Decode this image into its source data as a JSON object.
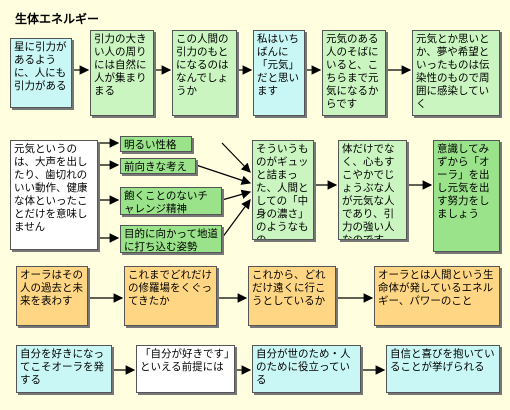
{
  "title": "生体エネルギー",
  "row1": [
    "星に引力があるように、人にも引力がある",
    "引力の大きい人の周りには自然に人が集まりまる",
    "この人間の引力のもとになるのはなんでしょうか",
    "私はいちばんに「元気」だと思います",
    "元気のある人のそばにいると、こちらまで元気になるからです",
    "元気とか思いとか、夢や希望といったものは伝染性のもので周囲に感染していく"
  ],
  "row2": {
    "left": "元気というのは、大声を出したり、歯切れのいい動作、健康な体といったことだけを意味しません",
    "qualities": [
      "明るい性格",
      "前向きな考え",
      "飽くことのないチャレンジ精神",
      "目的に向かって地道に打ち込む姿勢"
    ],
    "mid1": "そういうものがギュッと詰まった、人間としての「中身の濃さ」のようなもの",
    "mid2": "体だけでなく、心もすこやかでじょうぶな人が元気な人であり、引力の強い人なのです",
    "right": "意識してみずから「オーラ」を出し元気を出す努力をしましょう"
  },
  "row3": [
    "オーラはその人の過去と未来を表わす",
    "これまでどれだけの修羅場をくぐってきたか",
    "これから、どれだけ遠くに行こうとしているか",
    "オーラとは人間という生命体が発しているエネルギー、パワーのこと"
  ],
  "row4": [
    "自分を好きになってこそオーラを発する",
    "「自分が好きです」といえる前提には",
    "自分が世のため・人のために役立っている",
    "自信と喜びを抱いていることが挙げられる"
  ]
}
